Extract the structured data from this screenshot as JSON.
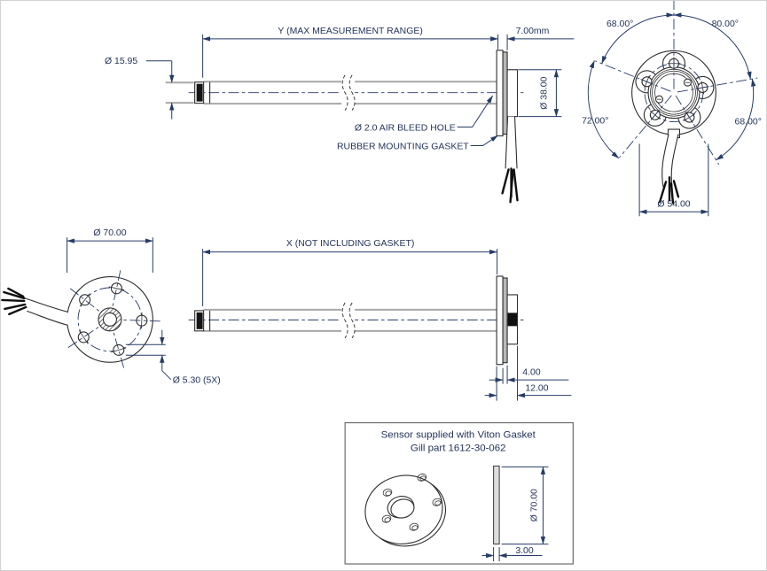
{
  "side_view_top": {
    "tip_diameter": "Ø 15.95",
    "range_label": "Y (MAX MEASUREMENT RANGE)",
    "flange_thickness": "7.00mm",
    "body_diameter": "Ø 38.00",
    "air_bleed_label": "Ø 2.0 AIR BLEED HOLE",
    "gasket_label": "RUBBER MOUNTING GASKET"
  },
  "front_view": {
    "angle_top_left": "68.00°",
    "angle_top_right": "80.00°",
    "angle_left": "72.00°",
    "angle_right": "68.00°",
    "bolt_circle_diameter": "Ø 54.00"
  },
  "back_view": {
    "outer_diameter": "Ø 70.00",
    "hole_diameter": "Ø 5.30 (5X)"
  },
  "side_view_bottom": {
    "length_label": "X (NOT INCLUDING GASKET)",
    "gasket_thickness": "4.00",
    "flange_depth": "12.00"
  },
  "gasket_note": {
    "line1": "Sensor supplied with Viton Gasket",
    "line2": "Gill part 1612-30-062",
    "diameter": "Ø 70.00",
    "thickness": "3.00"
  },
  "colors": {
    "dimension_line": "#253c66",
    "outline": "#2d2d2d",
    "tube_gray": "#a8a8a8"
  }
}
